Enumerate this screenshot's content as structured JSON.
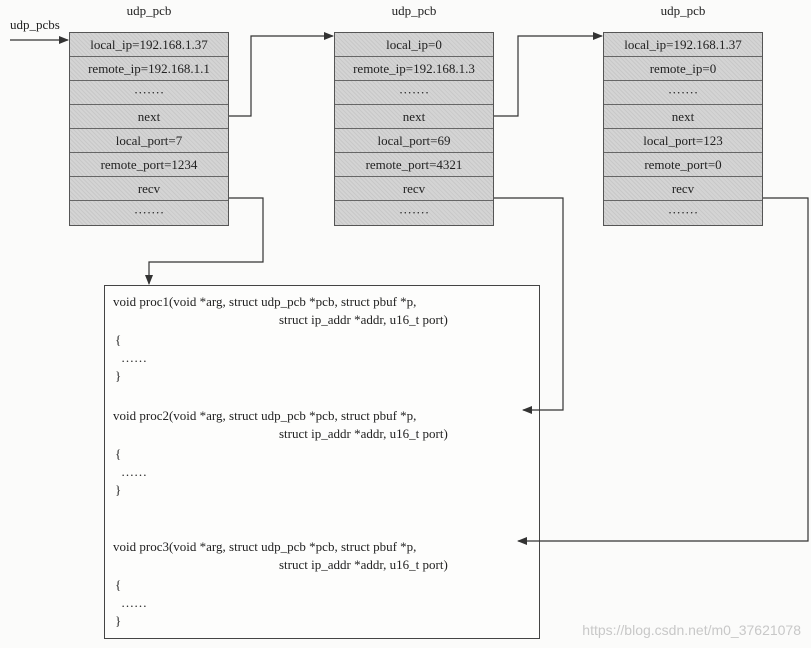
{
  "head_label": "udp_pcbs",
  "pcbs": [
    {
      "title": "udp_pcb",
      "fields": [
        "local_ip=192.168.1.37",
        "remote_ip=192.168.1.1",
        "·······",
        "next",
        "local_port=7",
        "remote_port=1234",
        "recv",
        "·······"
      ]
    },
    {
      "title": "udp_pcb",
      "fields": [
        "local_ip=0",
        "remote_ip=192.168.1.3",
        "·······",
        "next",
        "local_port=69",
        "remote_port=4321",
        "recv",
        "·······"
      ]
    },
    {
      "title": "udp_pcb",
      "fields": [
        "local_ip=192.168.1.37",
        "remote_ip=0",
        "·······",
        "next",
        "local_port=123",
        "remote_port=0",
        "recv",
        "·······"
      ]
    }
  ],
  "procs": [
    {
      "line1": "void proc1(void *arg, struct udp_pcb *pcb, struct pbuf *p,",
      "line2": "struct ip_addr *addr, u16_t port)",
      "open": "{",
      "body": "……",
      "close": "}"
    },
    {
      "line1": "void proc2(void *arg, struct udp_pcb *pcb, struct pbuf *p,",
      "line2": "struct ip_addr *addr, u16_t port)",
      "open": "{",
      "body": "……",
      "close": "}"
    },
    {
      "line1": "void proc3(void *arg, struct udp_pcb *pcb, struct pbuf *p,",
      "line2": "struct ip_addr *addr, u16_t port)",
      "open": "{",
      "body": "……",
      "close": "}"
    }
  ],
  "watermark": "https://blog.csdn.net/m0_37621078"
}
